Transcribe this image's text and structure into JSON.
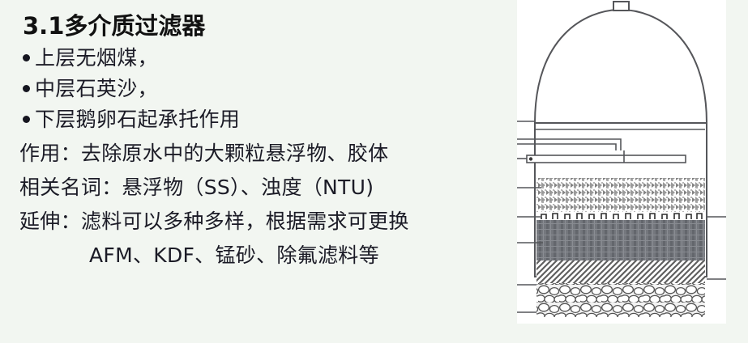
{
  "slide": {
    "background_color": "#f2f6f1",
    "title": "3.1多介质过滤器"
  },
  "content": {
    "bullets": [
      {
        "marker": "●",
        "text": "上层无烟煤，"
      },
      {
        "marker": "●",
        "text": "中层石英沙，"
      },
      {
        "marker": "●",
        "text": "下层鹅卵石起承托作用"
      }
    ],
    "lines": [
      {
        "text": "作用：去除原水中的大颗粒悬浮物、胶体"
      },
      {
        "text": "相关名词：悬浮物（SS）、浊度（NTU)"
      },
      {
        "text": "延伸：滤料可以多种多样，根据需求可更换"
      },
      {
        "text": "AFM、KDF、锰砂、除氟滤料等"
      }
    ]
  },
  "diagram": {
    "name": "multi-media-filter-vessel",
    "panel_background": "#ffffff",
    "line_color": "#4a4a4a",
    "layers": [
      {
        "name": "freeboard-water-zone",
        "fill": "#ffffff"
      },
      {
        "name": "anthracite-layer",
        "fill": "#a8a8a8"
      },
      {
        "name": "quartz-sand-layer",
        "fill": "#6f7278"
      },
      {
        "name": "fine-sand-layer",
        "fill": "#8d8d8d"
      },
      {
        "name": "gravel-cobble-layer",
        "fill": "#cfcfcf"
      },
      {
        "name": "nozzle-plate-plenum",
        "fill": "#ffffff"
      }
    ],
    "parts": [
      "top-vent-flange",
      "dome-head",
      "inlet-distributor-pipe",
      "nozzle-plate",
      "underdrain-nozzles",
      "conical-false-bottom",
      "center-drain-pipe",
      "drain-base-flange",
      "support-legs"
    ],
    "nozzle_count": 10,
    "leader_line_count": 8
  }
}
